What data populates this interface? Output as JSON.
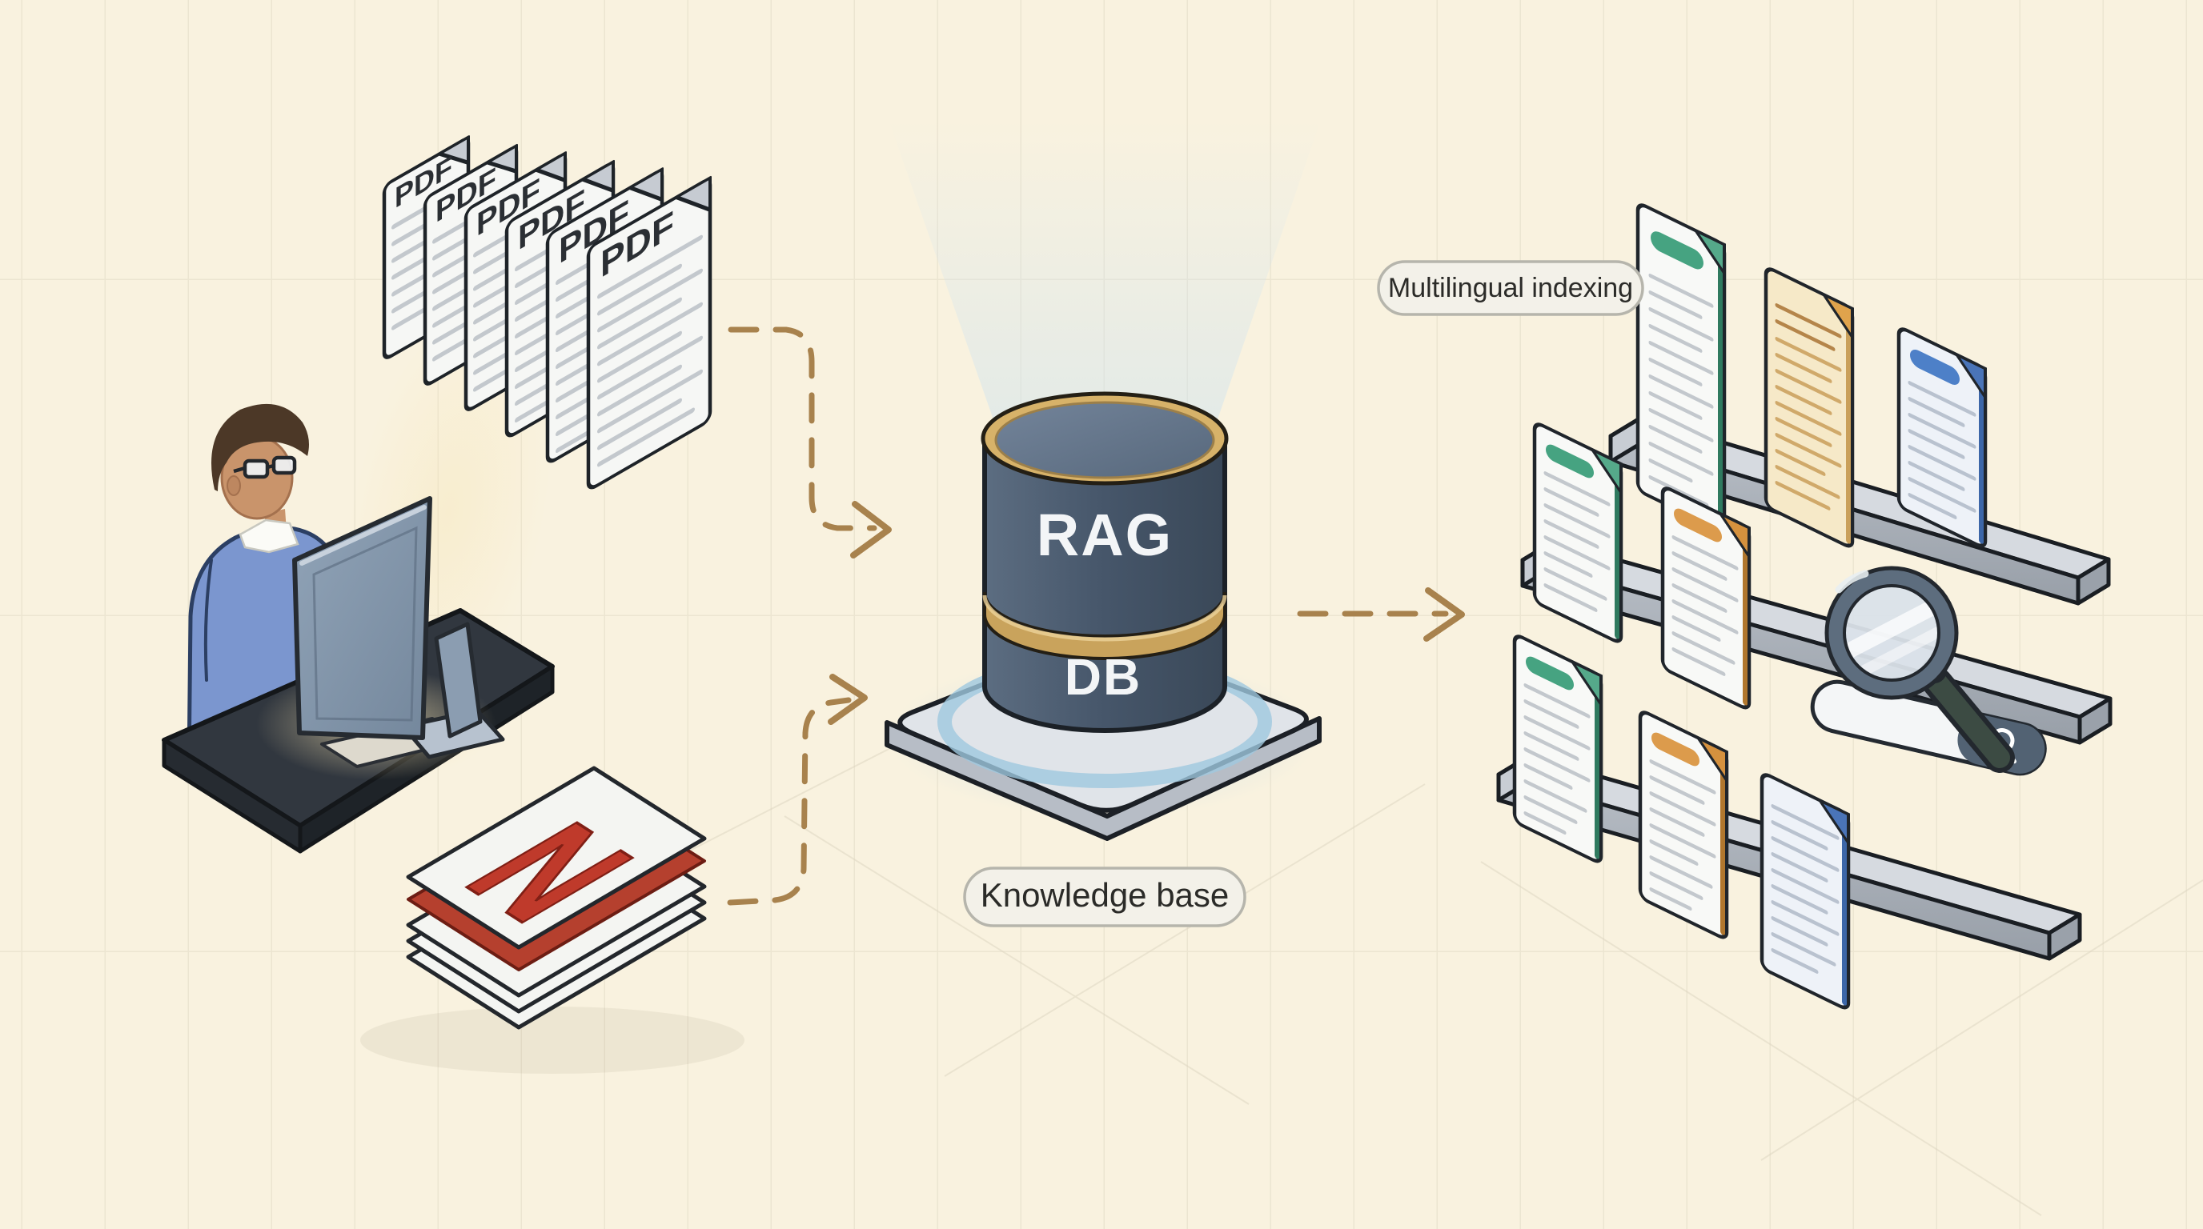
{
  "labels": {
    "knowledge_base": "Knowledge base",
    "multilingual_indexing": "Multilingual indexing"
  },
  "pdf_stack": {
    "page_label": "PDF",
    "page_count": 6
  },
  "notes_stack": {
    "cover_letter": "N",
    "sheet_count": 6,
    "cover_letter_color": "#bf3a2b"
  },
  "database": {
    "upper_label": "RAG",
    "lower_label": "DB",
    "body_color": "#46566a",
    "gold_trim_color": "#cda55e",
    "platform_glow_color": "#9fc8df"
  },
  "flow": {
    "arrow_color": "#a8824d",
    "arrow_style": "dashed",
    "arrow_count": 3
  },
  "shelves": {
    "count": 3,
    "rows": [
      {
        "documents": [
          "green",
          "cream",
          "blue"
        ]
      },
      {
        "documents": [
          "green",
          "orange"
        ],
        "has_magnifier": true
      },
      {
        "documents": [
          "green",
          "orange",
          "blue"
        ]
      }
    ],
    "document_accent_colors": {
      "green": "#46a381",
      "orange": "#dc9b4c",
      "blue": "#4d80c8",
      "cream": "#f6e9c8"
    }
  },
  "icons": {
    "magnifier": "magnifier-icon",
    "search_bar": "search-icon",
    "folded_corner": "folded-corner-icon",
    "person": "person-at-computer",
    "monitor": "monitor-icon",
    "database": "database-icon"
  },
  "scene": {
    "background_color": "#f9f2df"
  }
}
